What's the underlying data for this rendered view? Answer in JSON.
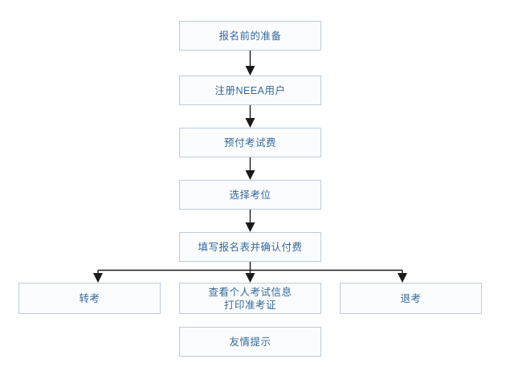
{
  "chart_data": {
    "type": "diagram",
    "title": "",
    "diagram_kind": "flowchart",
    "orientation": "top-to-bottom",
    "nodes": [
      {
        "id": "prep",
        "label": "报名前的准备",
        "step": 1,
        "column": "main"
      },
      {
        "id": "register",
        "label": "注册NEEA用户",
        "step": 2,
        "column": "main"
      },
      {
        "id": "prepay",
        "label": "预付考试费",
        "step": 3,
        "column": "main"
      },
      {
        "id": "seat",
        "label": "选择考位",
        "step": 4,
        "column": "main"
      },
      {
        "id": "form",
        "label": "填写报名表并确认付费",
        "step": 5,
        "column": "main"
      },
      {
        "id": "transfer",
        "label": "转考",
        "step": 6,
        "column": "left-branch"
      },
      {
        "id": "info",
        "label": "查看个人考试信息\n打印准考证",
        "step": 6,
        "column": "center-branch"
      },
      {
        "id": "withdraw",
        "label": "退考",
        "step": 6,
        "column": "right-branch"
      },
      {
        "id": "tips",
        "label": "友情提示",
        "step": 7,
        "column": "standalone"
      }
    ],
    "edges": [
      {
        "from": "prep",
        "to": "register",
        "style": "arrow-down"
      },
      {
        "from": "register",
        "to": "prepay",
        "style": "arrow-down"
      },
      {
        "from": "prepay",
        "to": "seat",
        "style": "arrow-down"
      },
      {
        "from": "seat",
        "to": "form",
        "style": "arrow-down"
      },
      {
        "from": "form",
        "to": "transfer",
        "style": "split-arrow-left"
      },
      {
        "from": "form",
        "to": "info",
        "style": "arrow-down"
      },
      {
        "from": "form",
        "to": "withdraw",
        "style": "split-arrow-right"
      }
    ]
  },
  "nodes": {
    "prep": {
      "label": "报名前的准备"
    },
    "register": {
      "label": "注册NEEA用户"
    },
    "prepay": {
      "label": "预付考试费"
    },
    "seat": {
      "label": "选择考位"
    },
    "form": {
      "label": "填写报名表并确认付费"
    },
    "transfer": {
      "label": "转考"
    },
    "info": {
      "label": "查看个人考试信息\n打印准考证"
    },
    "withdraw": {
      "label": "退考"
    },
    "tips": {
      "label": "友情提示"
    }
  },
  "colors": {
    "node_border": "#b9cddd",
    "node_fill": "#fbfcfd",
    "node_text": "#35689b",
    "connector": "#1a1a1a",
    "background": "#ffffff"
  }
}
